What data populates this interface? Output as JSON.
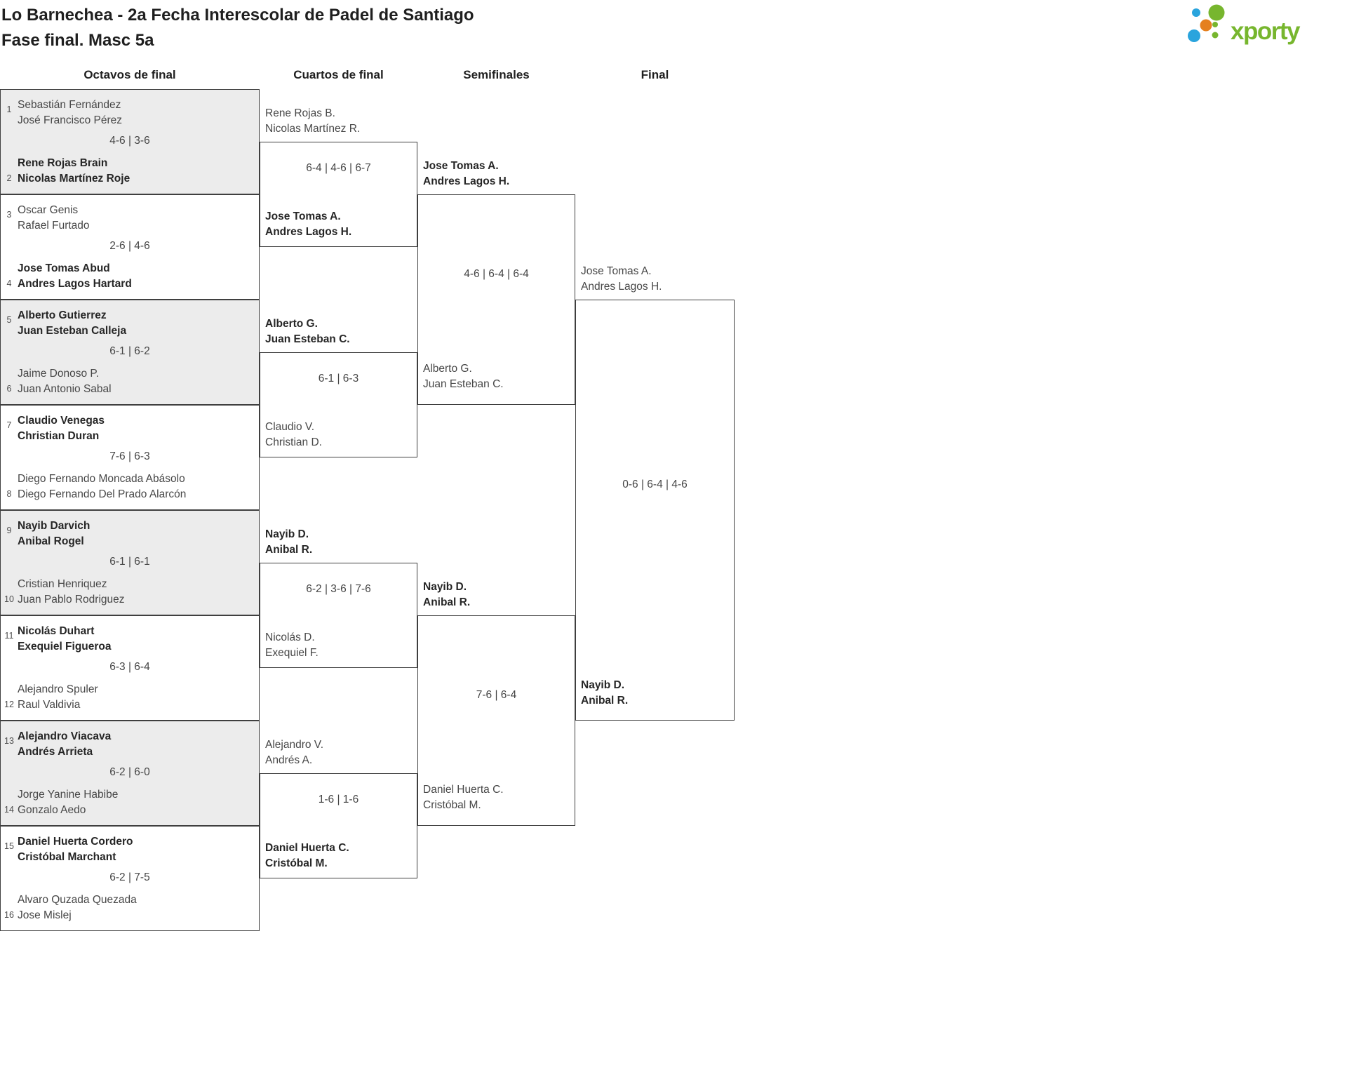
{
  "title": {
    "line1": "Lo Barnechea - 2a Fecha Interescolar de Padel de Santiago",
    "line2": "Fase final. Masc 5a"
  },
  "logo": {
    "text": "xporty",
    "green": "#77b62e",
    "blue": "#2aa4dd",
    "orange": "#e5801f"
  },
  "round_headers": {
    "octavos": "Octavos de final",
    "cuartos": "Cuartos de final",
    "semis": "Semifinales",
    "final": "Final"
  },
  "octavos": {
    "m1": {
      "seed_top": "1",
      "top": {
        "p1": "Sebastián Fernández",
        "p2": "José Francisco Pérez",
        "winner": false
      },
      "score": "4-6 | 3-6",
      "seed_bottom": "2",
      "bottom": {
        "p1": "Rene Rojas Brain",
        "p2": "Nicolas Martínez Roje",
        "winner": true
      }
    },
    "m2": {
      "seed_top": "3",
      "top": {
        "p1": "Oscar Genis",
        "p2": "Rafael Furtado",
        "winner": false
      },
      "score": "2-6 | 4-6",
      "seed_bottom": "4",
      "bottom": {
        "p1": "Jose Tomas Abud",
        "p2": "Andres Lagos Hartard",
        "winner": true
      }
    },
    "m3": {
      "seed_top": "5",
      "top": {
        "p1": "Alberto Gutierrez",
        "p2": "Juan Esteban Calleja",
        "winner": true
      },
      "score": "6-1 | 6-2",
      "seed_bottom": "6",
      "bottom": {
        "p1": "Jaime Donoso P.",
        "p2": "Juan Antonio Sabal",
        "winner": false
      }
    },
    "m4": {
      "seed_top": "7",
      "top": {
        "p1": "Claudio Venegas",
        "p2": "Christian Duran",
        "winner": true
      },
      "score": "7-6 | 6-3",
      "seed_bottom": "8",
      "bottom": {
        "p1": "Diego Fernando Moncada Abásolo",
        "p2": "Diego Fernando Del Prado Alarcón",
        "winner": false
      }
    },
    "m5": {
      "seed_top": "9",
      "top": {
        "p1": "Nayib Darvich",
        "p2": "Anibal Rogel",
        "winner": true
      },
      "score": "6-1 | 6-1",
      "seed_bottom": "10",
      "bottom": {
        "p1": "Cristian Henriquez",
        "p2": "Juan Pablo Rodriguez",
        "winner": false
      }
    },
    "m6": {
      "seed_top": "11",
      "top": {
        "p1": "Nicolás Duhart",
        "p2": "Exequiel Figueroa",
        "winner": true
      },
      "score": "6-3 | 6-4",
      "seed_bottom": "12",
      "bottom": {
        "p1": "Alejandro Spuler",
        "p2": "Raul Valdivia",
        "winner": false
      }
    },
    "m7": {
      "seed_top": "13",
      "top": {
        "p1": "Alejandro Viacava",
        "p2": "Andrés Arrieta",
        "winner": true
      },
      "score": "6-2 | 6-0",
      "seed_bottom": "14",
      "bottom": {
        "p1": "Jorge Yanine Habibe",
        "p2": "Gonzalo Aedo",
        "winner": false
      }
    },
    "m8": {
      "seed_top": "15",
      "top": {
        "p1": "Daniel Huerta Cordero",
        "p2": "Cristóbal Marchant",
        "winner": true
      },
      "score": "6-2 | 7-5",
      "seed_bottom": "16",
      "bottom": {
        "p1": "Alvaro Quzada Quezada",
        "p2": "Jose Mislej",
        "winner": false
      }
    }
  },
  "cuartos": {
    "m1": {
      "top": {
        "p1": "Rene Rojas B.",
        "p2": "Nicolas Martínez R.",
        "winner": false
      },
      "score": "6-4 | 4-6 | 6-7",
      "bottom": {
        "p1": "Jose Tomas A.",
        "p2": "Andres Lagos H.",
        "winner": true
      }
    },
    "m2": {
      "top": {
        "p1": "Alberto G.",
        "p2": "Juan Esteban C.",
        "winner": true
      },
      "score": "6-1 | 6-3",
      "bottom": {
        "p1": "Claudio V.",
        "p2": "Christian D.",
        "winner": false
      }
    },
    "m3": {
      "top": {
        "p1": "Nayib D.",
        "p2": "Anibal R.",
        "winner": true
      },
      "score": "6-2 | 3-6 | 7-6",
      "bottom": {
        "p1": "Nicolás D.",
        "p2": "Exequiel F.",
        "winner": false
      }
    },
    "m4": {
      "top": {
        "p1": "Alejandro V.",
        "p2": "Andrés A.",
        "winner": false
      },
      "score": "1-6 | 1-6",
      "bottom": {
        "p1": "Daniel Huerta C.",
        "p2": "Cristóbal M.",
        "winner": true
      }
    }
  },
  "semifinales": {
    "m1": {
      "top": {
        "p1": "Jose Tomas A.",
        "p2": "Andres Lagos H.",
        "winner": true
      },
      "score": "4-6 | 6-4 | 6-4",
      "bottom": {
        "p1": "Alberto G.",
        "p2": "Juan Esteban C.",
        "winner": false
      }
    },
    "m2": {
      "top": {
        "p1": "Nayib D.",
        "p2": "Anibal R.",
        "winner": true
      },
      "score": "7-6 | 6-4",
      "bottom": {
        "p1": "Daniel Huerta C.",
        "p2": "Cristóbal M.",
        "winner": false
      }
    }
  },
  "final": {
    "m1": {
      "top": {
        "p1": "Jose Tomas A.",
        "p2": "Andres Lagos H.",
        "winner": false
      },
      "score": "0-6 | 6-4 | 4-6",
      "bottom": {
        "p1": "Nayib D.",
        "p2": "Anibal R.",
        "winner": true
      }
    }
  }
}
